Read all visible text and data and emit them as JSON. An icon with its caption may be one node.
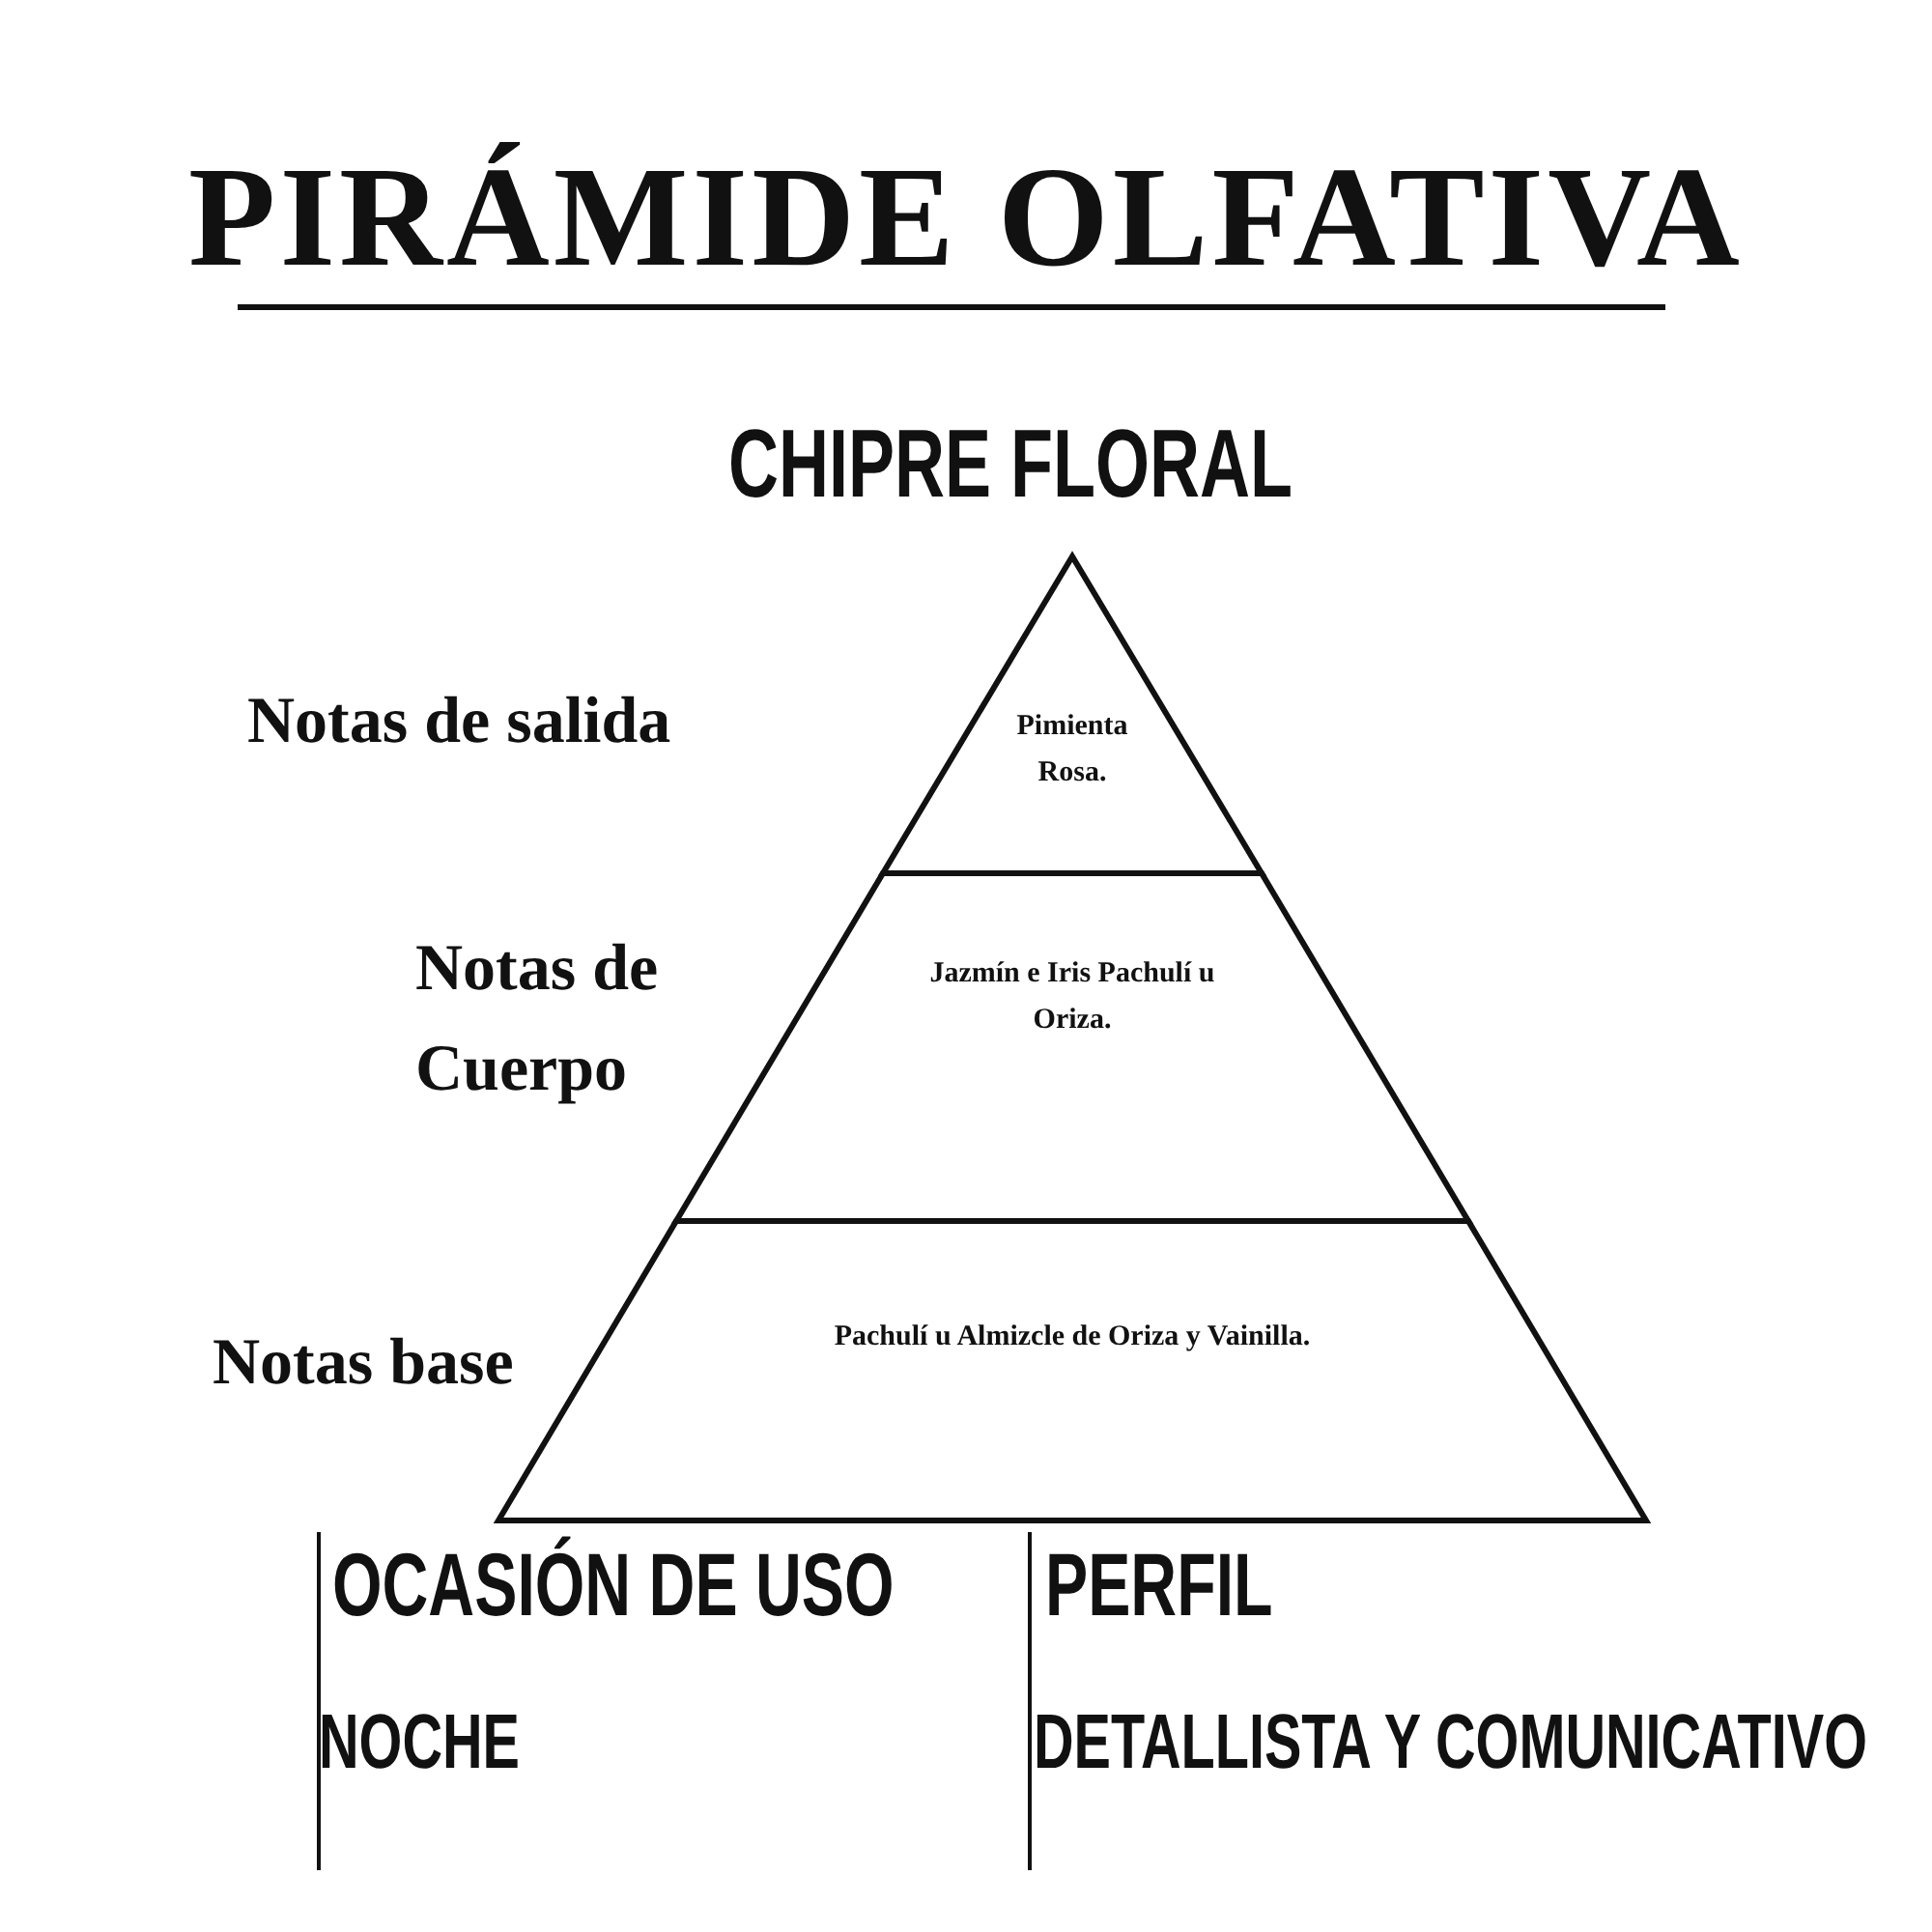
{
  "diagram": {
    "title": "PIRÁMIDE OLFATIVA",
    "nodes": [
      {
        "text": [
          "Pimienta Rosa."
        ],
        "beside": [
          "Notas de salida"
        ]
      },
      {
        "text": [
          "Jazmín e Iris Pachulí u Oriza."
        ],
        "beside": [
          "Notas de Cuerpo"
        ]
      },
      {
        "text": [
          "Pachulí u Almizcle de Oriza y Vainilla."
        ],
        "beside": [
          "Notas base"
        ]
      }
    ],
    "labels": [
      "CHIPRE FLORAL",
      "OCASIÓN DE USO",
      "PERFIL",
      "NOCHE",
      "DETALLISTA Y COMUNICATIVO"
    ]
  }
}
